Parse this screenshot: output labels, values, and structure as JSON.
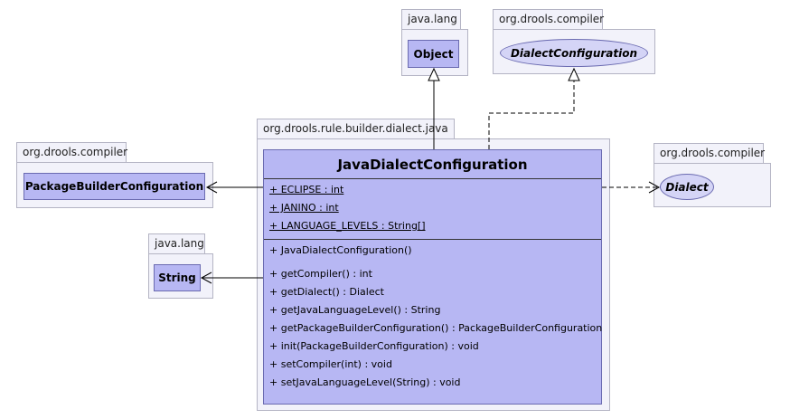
{
  "packages": {
    "java_lang_top": "java.lang",
    "drools_compiler_top": "org.drools.compiler",
    "builder_dialect_java": "org.drools.rule.builder.dialect.java",
    "drools_compiler_left": "org.drools.compiler",
    "java_lang_left": "java.lang",
    "drools_compiler_right": "org.drools.compiler"
  },
  "classes": {
    "object": "Object",
    "dialect_configuration": "DialectConfiguration",
    "package_builder_configuration": "PackageBuilderConfiguration",
    "string": "String",
    "dialect": "Dialect"
  },
  "main_class": {
    "name": "JavaDialectConfiguration",
    "attributes": [
      "+ ECLIPSE : int",
      "+ JANINO : int",
      "+ LANGUAGE_LEVELS : String[]"
    ],
    "constructor": "+ JavaDialectConfiguration()",
    "operations": [
      "+ getCompiler() : int",
      "+ getDialect() : Dialect",
      "+ getJavaLanguageLevel() : String",
      "+ getPackageBuilderConfiguration() : PackageBuilderConfiguration",
      "+ init(PackageBuilderConfiguration) : void",
      "+ setCompiler(int) : void",
      "+ setJavaLanguageLevel(String) : void"
    ]
  }
}
